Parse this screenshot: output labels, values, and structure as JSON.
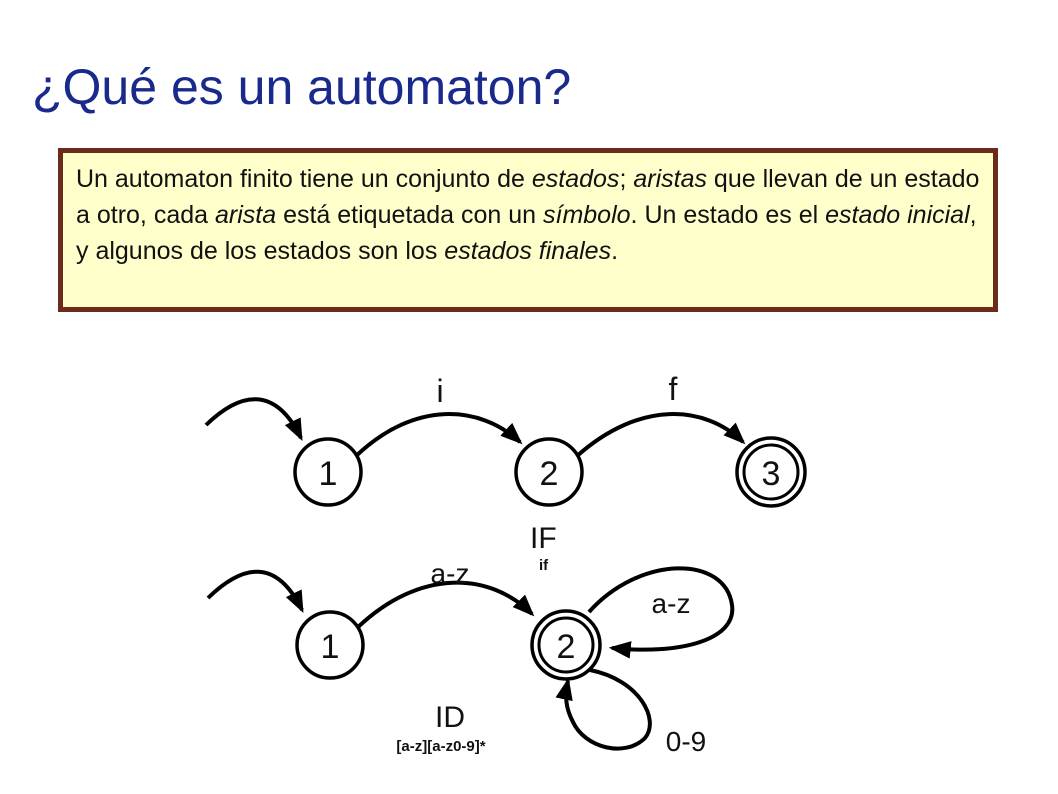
{
  "slide": {
    "title": "¿Qué es un automaton?",
    "definition": {
      "p1": "Un automaton finito tiene un conjunto de ",
      "e1": "estados",
      "p2": "; ",
      "e2": "aristas",
      "p3": " que llevan de un estado a otro, cada ",
      "e3": "arista",
      "p4": " está etiquetada con un ",
      "e4": "símbolo",
      "p5": ". Un estado es el ",
      "e5": "estado inicial",
      "p6": ", y algunos de los estados son los ",
      "e6": "estados finales",
      "p7": "."
    }
  },
  "diagram_if": {
    "states": [
      "1",
      "2",
      "3"
    ],
    "edge_labels": [
      "i",
      "f"
    ],
    "token_name": "IF",
    "token_pattern": "if"
  },
  "diagram_id": {
    "states": [
      "1",
      "2"
    ],
    "edge_label": "a-z",
    "loop_labels": [
      "a-z",
      "0-9"
    ],
    "token_name": "ID",
    "token_pattern": "[a-z][a-z0-9]*"
  }
}
